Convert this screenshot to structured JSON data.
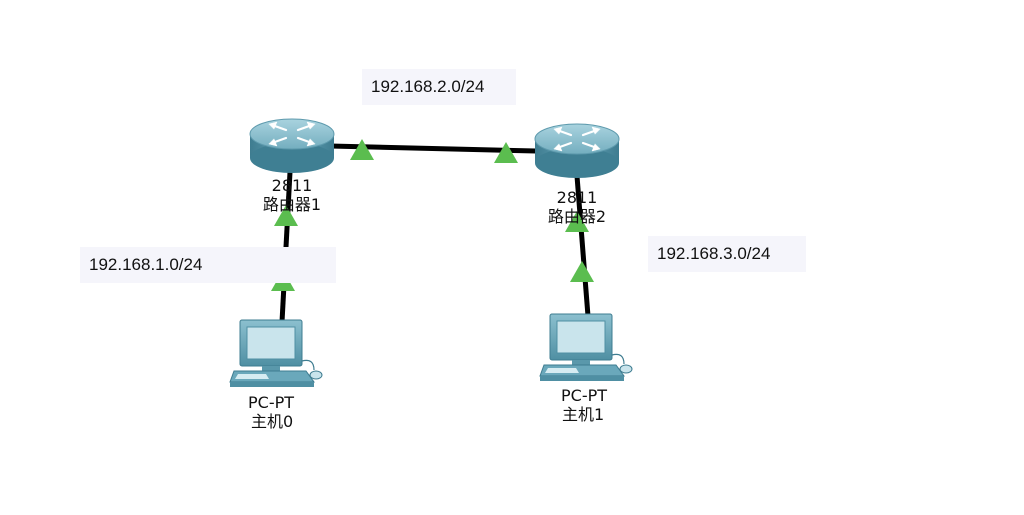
{
  "colors": {
    "link": "#000000",
    "link_status": "#5bbd4f",
    "router_body": "#4f8fa3",
    "router_top": "#8ec2d1",
    "pc_body": "#6aa8bb",
    "pc_screen": "#c9e4ec",
    "label_bg": "#f5f5fb"
  },
  "subnets": {
    "r1_r2": "192.168.2.0/24",
    "r1_pc0": "192.168.1.0/24",
    "r2_pc1": "192.168.3.0/24"
  },
  "devices": {
    "router1": {
      "model": "2811",
      "name": "路由器1",
      "icon": "router-icon"
    },
    "router2": {
      "model": "2811",
      "name": "路由器2",
      "icon": "router-icon"
    },
    "pc0": {
      "model": "PC-PT",
      "name": "主机0",
      "icon": "desktop-pc-icon"
    },
    "pc1": {
      "model": "PC-PT",
      "name": "主机1",
      "icon": "desktop-pc-icon"
    }
  },
  "links": [
    {
      "from": "router1",
      "to": "router2",
      "status": "up"
    },
    {
      "from": "router1",
      "to": "pc0",
      "status": "up"
    },
    {
      "from": "router2",
      "to": "pc1",
      "status": "up"
    }
  ]
}
